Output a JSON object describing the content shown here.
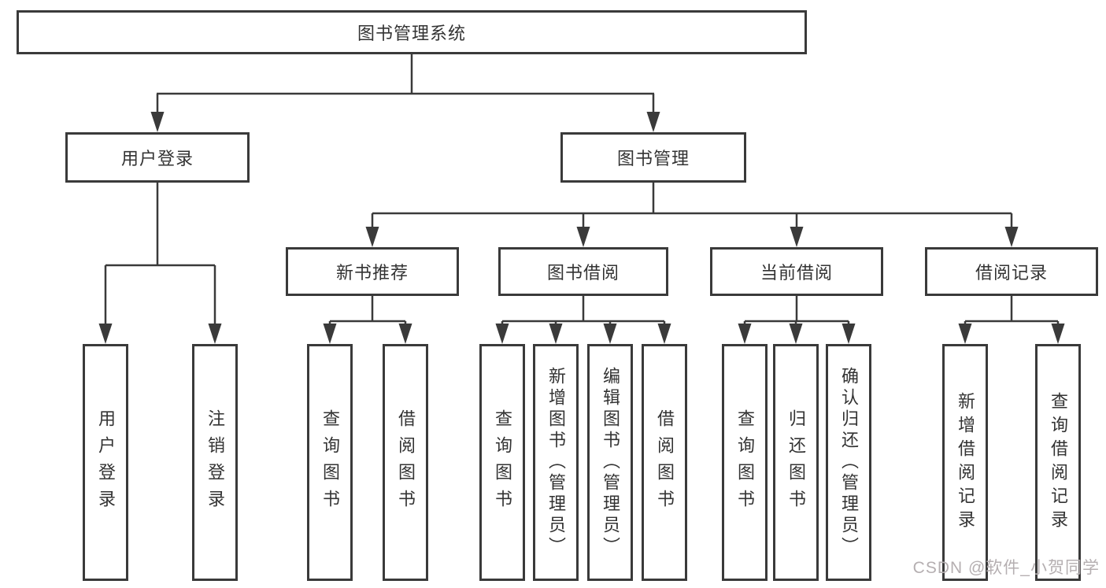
{
  "nodes": {
    "root": "图书管理系统",
    "userLogin": "用户登录",
    "bookManagement": "图书管理",
    "newBookRecommend": "新书推荐",
    "bookBorrow": "图书借阅",
    "currentBorrow": "当前借阅",
    "borrowRecords": "借阅记录",
    "leafUserLogin": "用户登录",
    "leafLogout": "注销登录",
    "nbQueryBooks": "查询图书",
    "nbBorrowBooks": "借阅图书",
    "bbQueryBooks": "查询图书",
    "bbAddBooks": "新增图书（管理员）",
    "bbEditBooks": "编辑图书（管理员）",
    "bbBorrowBooks": "借阅图书",
    "cbQueryBooks": "查询图书",
    "cbReturnBooks": "归还图书",
    "cbConfirmReturn": "确认归还（管理员）",
    "brAddRecord": "新增借阅记录",
    "brQueryRecord": "查询借阅记录"
  },
  "watermark": "CSDN @软件_小贺同学",
  "colors": {
    "line": "#3a3a3a",
    "text": "#333333",
    "watermark": "#b5afb1",
    "background": "#ffffff"
  }
}
